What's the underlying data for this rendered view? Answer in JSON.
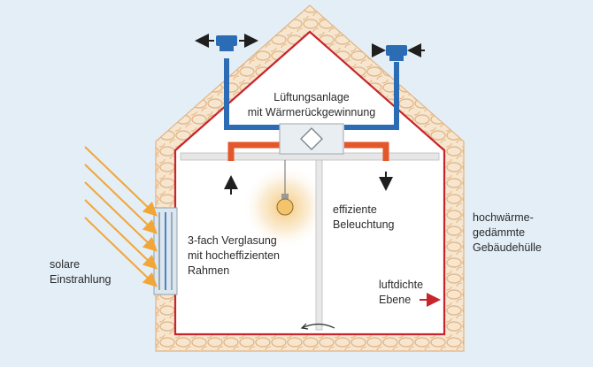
{
  "labels": {
    "ventilation": [
      "Lüftungsanlage",
      "mit Wärmerückgewinnung"
    ],
    "lighting": [
      "effiziente",
      "Beleuchtung"
    ],
    "glazing": [
      "3-fach Verglasung",
      "mit hocheffizienten",
      "Rahmen"
    ],
    "envelope": [
      "hochwärme-",
      "gedämmte",
      "Gebäudehülle"
    ],
    "solar": [
      "solare",
      "Einstrahlung"
    ],
    "airtight": [
      "luftdichte",
      "Ebene"
    ]
  },
  "colors": {
    "background": "#e3eef6",
    "insulation_fill": "#f6e6cf",
    "insulation_stroke": "#e3b585",
    "airtight_layer": "#c7252b",
    "supply_duct": "#2b6cb5",
    "exhaust_duct": "#e4572a",
    "sun_arrows": "#f2a638",
    "heat_exchanger": "#e9eef2",
    "glow": "#f6c46a"
  },
  "icons": [
    "bulb-icon",
    "diamond-icon",
    "arrow-left-icon",
    "arrow-right-icon",
    "arrow-up-icon",
    "arrow-down-icon"
  ]
}
